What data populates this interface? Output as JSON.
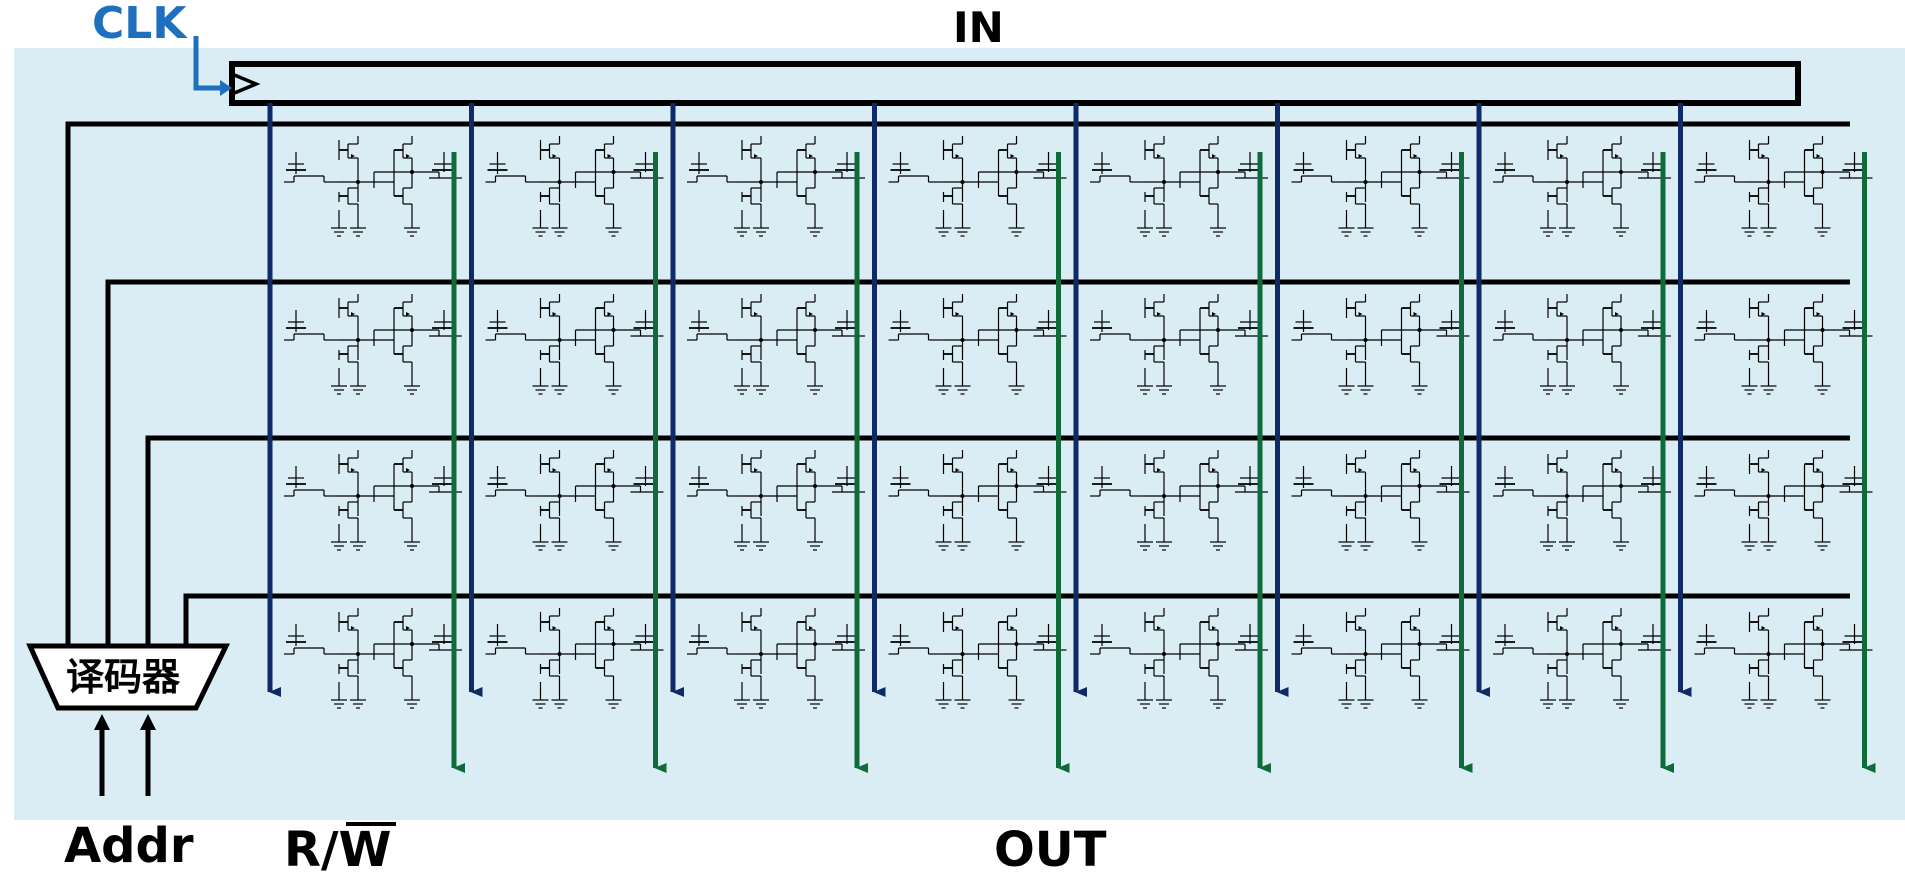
{
  "labels": {
    "clk": "CLK",
    "in": "IN",
    "out": "OUT",
    "addr": "Addr",
    "rw_r": "R/",
    "rw_w": "W",
    "decoder": "译码器"
  },
  "array": {
    "rows": 4,
    "columns": 8
  },
  "colors": {
    "panel": "#daecf4",
    "input_bus": "#0f2a66",
    "output_bus": "#0f6b3a",
    "clk": "#1f6fbf",
    "wire": "#000000"
  }
}
